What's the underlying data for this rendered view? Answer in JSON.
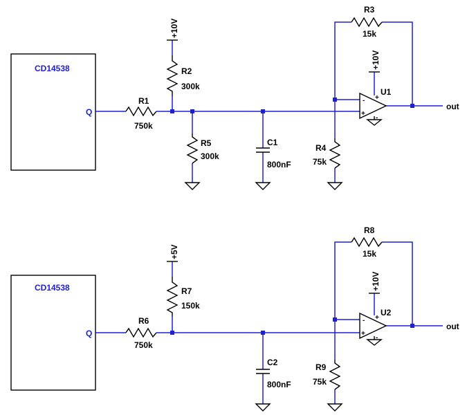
{
  "circuit1": {
    "chip": "CD14538",
    "pin_q": "Q",
    "r1": {
      "name": "R1",
      "value": "750k"
    },
    "r2": {
      "name": "R2",
      "value": "300k",
      "supply": "+10V"
    },
    "r5": {
      "name": "R5",
      "value": "300k"
    },
    "c1": {
      "name": "C1",
      "value": "800nF"
    },
    "r4": {
      "name": "R4",
      "value": "75k"
    },
    "r3": {
      "name": "R3",
      "value": "15k"
    },
    "u1": {
      "name": "U1",
      "supply": "+10V",
      "minus": "-",
      "plus": "+"
    },
    "out": "out"
  },
  "circuit2": {
    "chip": "CD14538",
    "pin_q": "Q",
    "r6": {
      "name": "R6",
      "value": "750k"
    },
    "r7": {
      "name": "R7",
      "value": "150k",
      "supply": "+5V"
    },
    "c2": {
      "name": "C2",
      "value": "800nF"
    },
    "r9": {
      "name": "R9",
      "value": "75k"
    },
    "r8": {
      "name": "R8",
      "value": "15k"
    },
    "u2": {
      "name": "U2",
      "supply": "+10V",
      "minus": "-",
      "plus": "+"
    },
    "out": "out"
  }
}
